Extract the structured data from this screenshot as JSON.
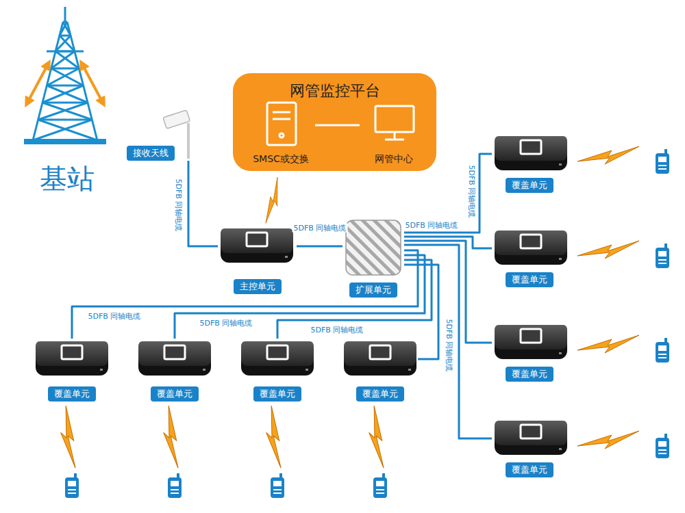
{
  "diagram": {
    "nodes": [
      {
        "text": [
          "基站"
        ]
      },
      {
        "text": [
          "接收天线"
        ]
      },
      {
        "text": [
          "网管监控平台"
        ]
      },
      {
        "text": [
          "SMSC或交换"
        ],
        "in": 2
      },
      {
        "text": [
          "网管中心"
        ],
        "in": 2
      },
      {
        "text": [
          "主控单元"
        ]
      },
      {
        "text": [
          "扩展单元"
        ]
      },
      {
        "text": [
          "覆盖单元"
        ]
      },
      {
        "text": [
          "覆盖单元"
        ]
      },
      {
        "text": [
          "覆盖单元"
        ]
      },
      {
        "text": [
          "覆盖单元"
        ]
      },
      {
        "text": [
          "覆盖单元"
        ]
      },
      {
        "text": [
          "覆盖单元"
        ]
      },
      {
        "text": [
          "覆盖单元"
        ]
      },
      {
        "text": [
          "覆盖单元"
        ]
      }
    ],
    "edges": [
      {
        "from": 1,
        "to": 5,
        "label": "5DFB 同轴电缆",
        "arrow": "none"
      },
      {
        "from": 5,
        "to": 6,
        "label": "5DFB 同轴电缆",
        "arrow": "none"
      },
      {
        "from": 6,
        "to": 7,
        "label": "5DFB 同轴电缆",
        "arrow": "none"
      },
      {
        "from": 6,
        "to": 8,
        "label": "5DFB 同轴电缆",
        "arrow": "none"
      },
      {
        "from": 6,
        "to": 9,
        "arrow": "none"
      },
      {
        "from": 6,
        "to": 10,
        "arrow": "none"
      },
      {
        "from": 6,
        "to": 11,
        "label": "5DFB 同轴电缆",
        "arrow": "none"
      },
      {
        "from": 6,
        "to": 12,
        "label": "5DFB 同轴电缆",
        "arrow": "none"
      },
      {
        "from": 6,
        "to": 13,
        "label": "5DFB 同轴电缆",
        "arrow": "none"
      },
      {
        "from": 6,
        "to": 14,
        "label": "5DFB 同轴电缆",
        "arrow": "none"
      },
      {
        "from": 3,
        "to": 4,
        "arrow": "none"
      }
    ]
  }
}
